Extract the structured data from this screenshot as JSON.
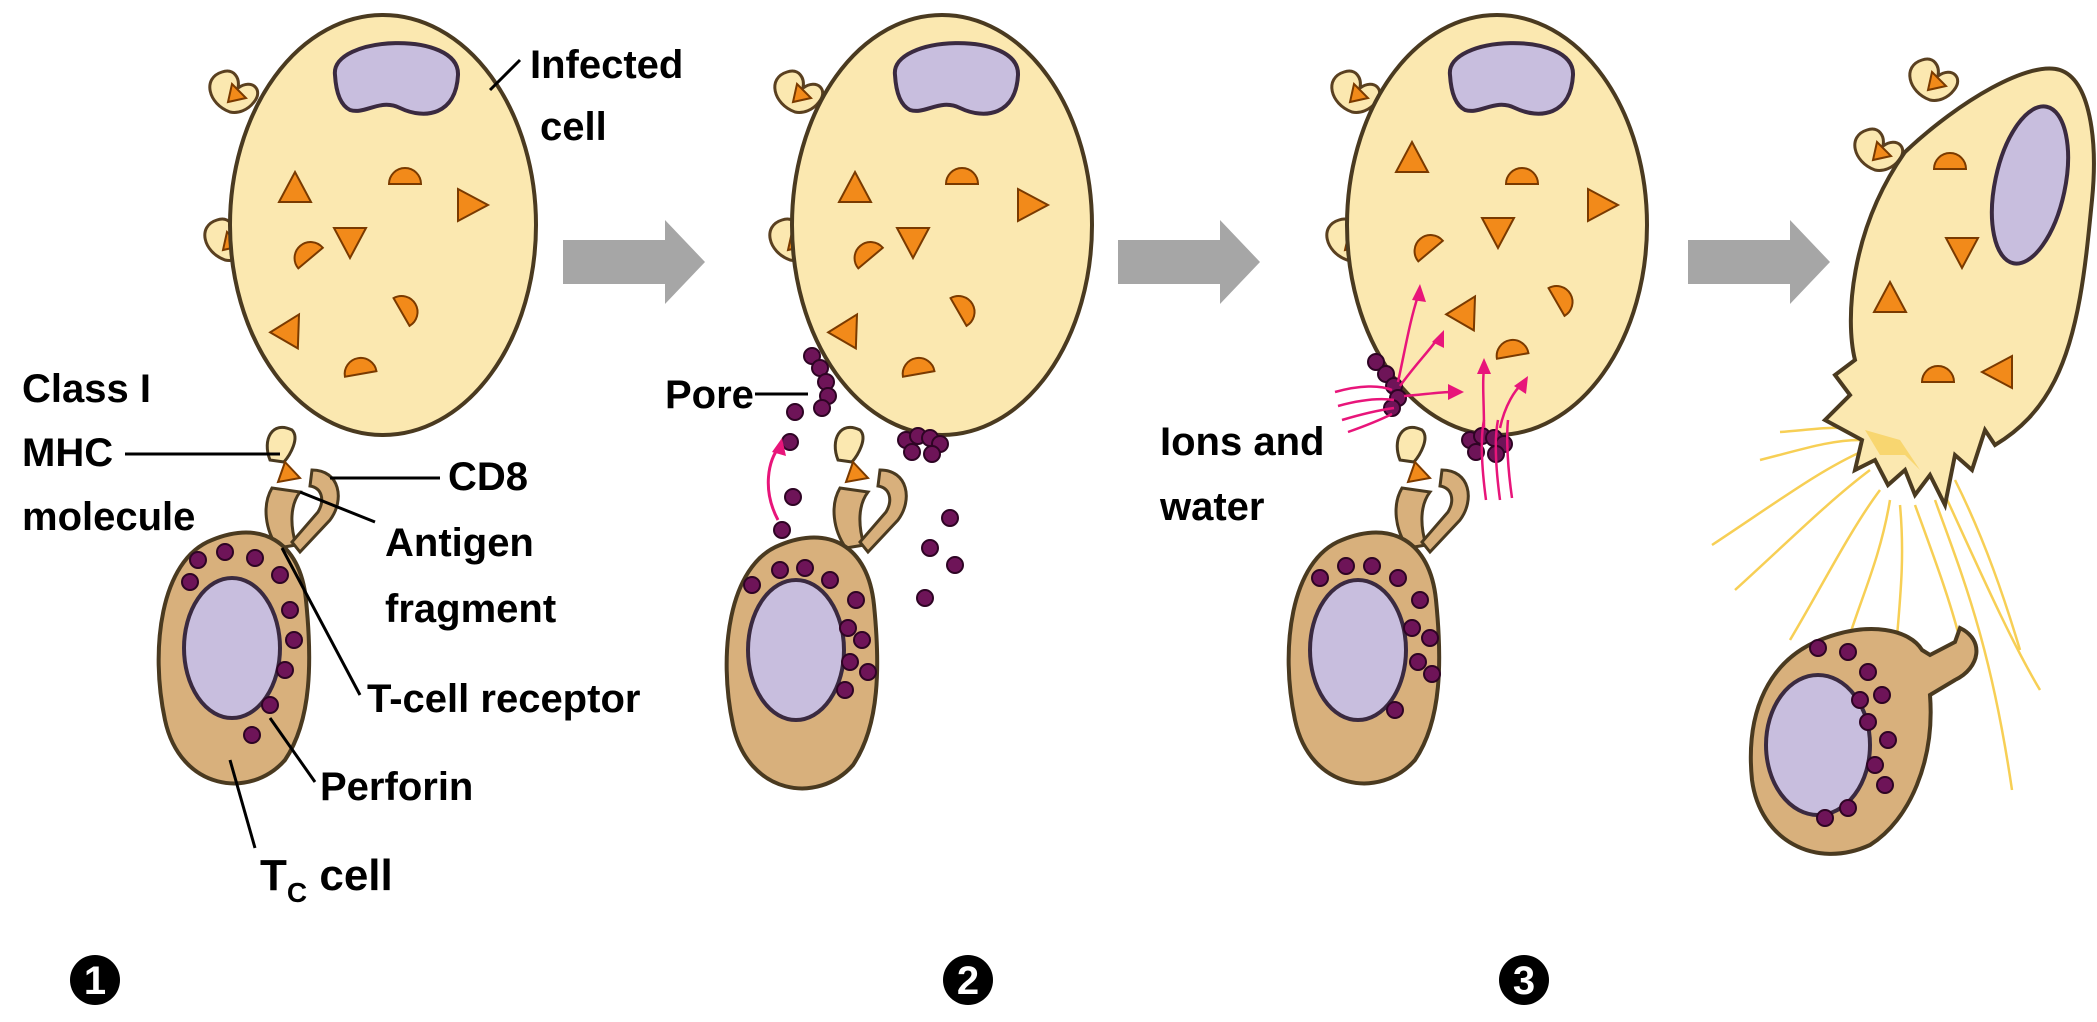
{
  "labels": {
    "infected_cell_line1": "Infected",
    "infected_cell_line2": "cell",
    "class_i_line1": "Class I",
    "class_i_line2": "MHC",
    "class_i_line3": "molecule",
    "cd8": "CD8",
    "antigen_line1": "Antigen",
    "antigen_line2": "fragment",
    "tcell_receptor": "T-cell receptor",
    "perforin": "Perforin",
    "tc_cell_main": "T",
    "tc_cell_sub": "C",
    "tc_cell_rest": " cell",
    "pore": "Pore",
    "ions_line1": "Ions and",
    "ions_line2": "water"
  },
  "steps": [
    "1",
    "2",
    "3"
  ],
  "colors": {
    "cell_fill": "#fbe8b0",
    "tcell_fill": "#d8b07c",
    "nucleus": "#c8bede",
    "antigen": "#f28a1a",
    "perforin": "#6e1458",
    "arrow": "#a6a6a6",
    "ion_arrow": "#e8157a",
    "burst": "#f7cf55"
  }
}
